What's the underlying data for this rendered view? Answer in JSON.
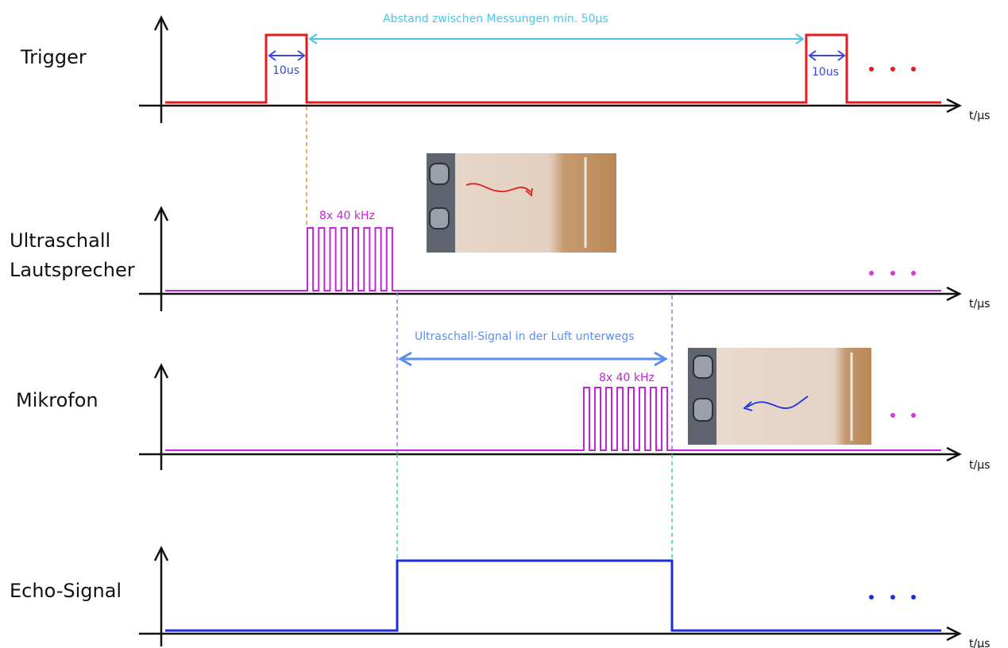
{
  "rows": {
    "trigger": {
      "label": "Trigger",
      "unit": "t/µs",
      "color": "#e11d1d"
    },
    "speaker": {
      "label_line1": "Ultraschall",
      "label_line2": "Lautsprecher",
      "unit": "t/µs",
      "color": "#c026d3"
    },
    "mic": {
      "label": "Mikrofon",
      "unit": "t/µs",
      "color": "#c026d3"
    },
    "echo": {
      "label": "Echo-Signal",
      "unit": "t/µs",
      "color": "#1d2fe0"
    }
  },
  "annotations": {
    "measurement_gap": "Abstand zwischen Messungen min. 50µs",
    "pulse_width_1": "10us",
    "pulse_width_2": "10us",
    "burst_tx": "8x 40 kHz",
    "burst_rx": "8x 40 kHz",
    "in_air": "Ultraschall-Signal in der Luft unterwegs"
  },
  "photos": {
    "transmit": "ultrasonic-sensor-sending-photo",
    "receive": "ultrasonic-sensor-receiving-photo"
  },
  "colors": {
    "trigger": "#e11d1d",
    "burst": "#c026d3",
    "echo": "#1d2fe0",
    "gap_arrow": "#4cc4e8",
    "air_arrow": "#5b8ef0",
    "width_arrow": "#3b48e0",
    "guide_orange": "#f08c2c",
    "guide_purple": "#8a7fe0",
    "guide_green": "#39d98a"
  }
}
